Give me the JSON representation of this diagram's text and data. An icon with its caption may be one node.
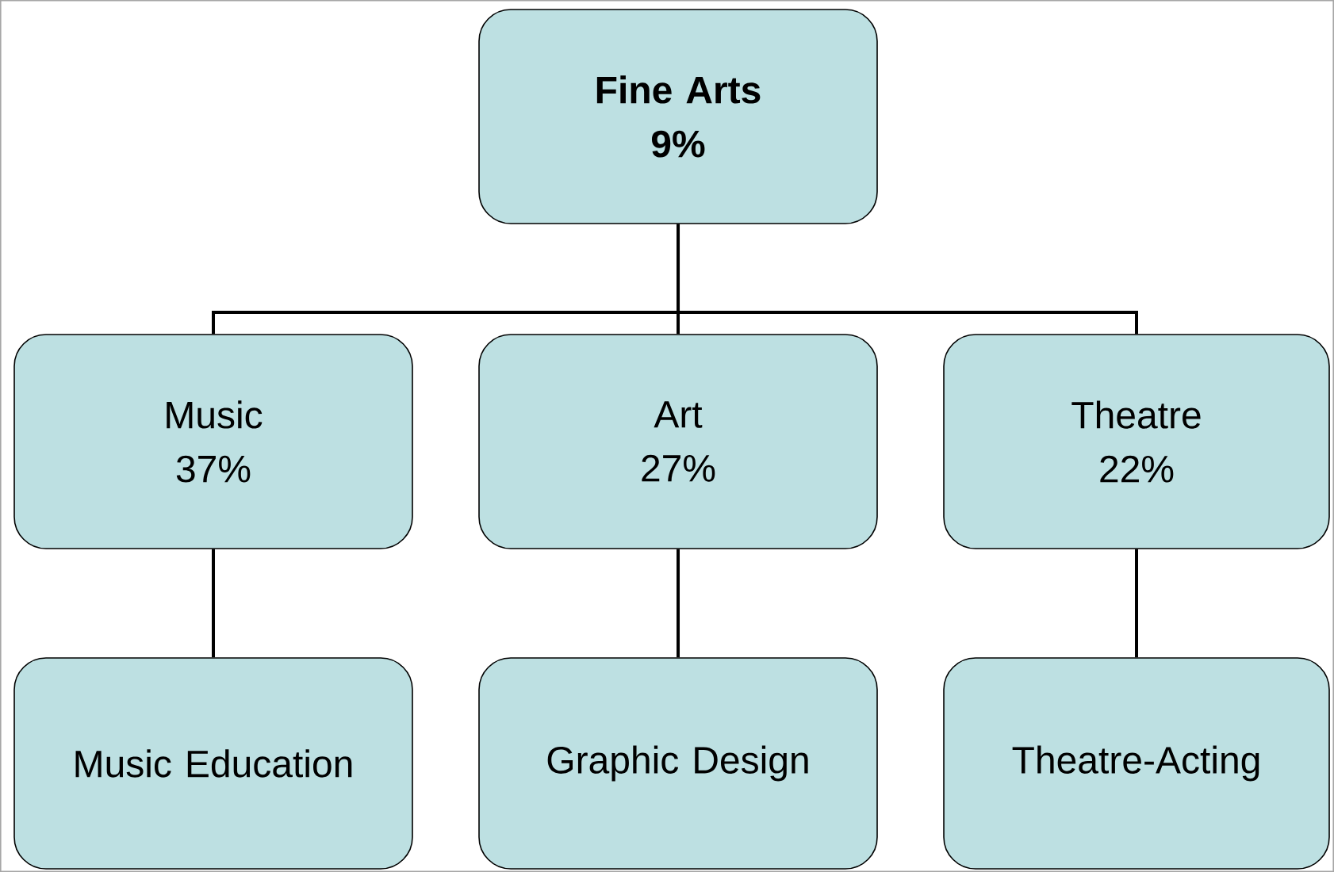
{
  "diagram": {
    "nodes": [
      {
        "text": [
          "Fine Arts",
          "9%"
        ]
      },
      {
        "text": [
          "Music",
          "37%"
        ]
      },
      {
        "text": [
          "Art",
          "27%"
        ]
      },
      {
        "text": [
          "Theatre",
          "22%"
        ]
      },
      {
        "text": [
          "Music Education"
        ]
      },
      {
        "text": [
          "Graphic Design"
        ]
      },
      {
        "text": [
          "Theatre-Acting"
        ]
      }
    ],
    "edges": [
      {
        "from": 0,
        "to": 1,
        "arrow": "none"
      },
      {
        "from": 0,
        "to": 2,
        "arrow": "none"
      },
      {
        "from": 0,
        "to": 3,
        "arrow": "none"
      },
      {
        "from": 1,
        "to": 4,
        "arrow": "none"
      },
      {
        "from": 2,
        "to": 5,
        "arrow": "none"
      },
      {
        "from": 3,
        "to": 6,
        "arrow": "none"
      }
    ]
  }
}
